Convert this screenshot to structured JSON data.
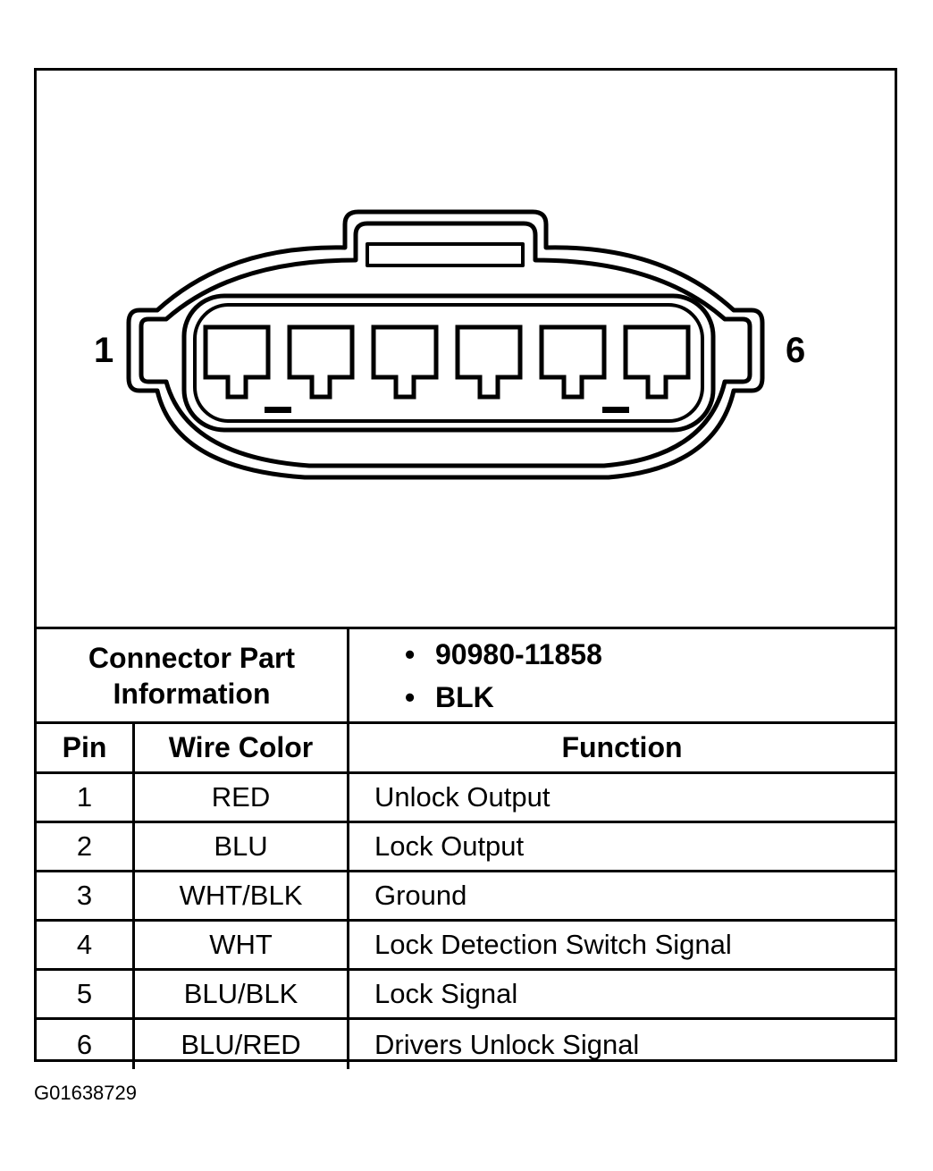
{
  "diagram": {
    "left_pin_label": "1",
    "right_pin_label": "6",
    "cavity_count": 6
  },
  "connector_info": {
    "label_line1": "Connector Part",
    "label_line2": "Information",
    "bullet": "•",
    "part_number": "90980-11858",
    "color": "BLK"
  },
  "table": {
    "headers": {
      "pin": "Pin",
      "wire_color": "Wire Color",
      "function": "Function"
    },
    "rows": [
      {
        "pin": "1",
        "wire_color": "RED",
        "function": "Unlock Output"
      },
      {
        "pin": "2",
        "wire_color": "BLU",
        "function": "Lock Output"
      },
      {
        "pin": "3",
        "wire_color": "WHT/BLK",
        "function": "Ground"
      },
      {
        "pin": "4",
        "wire_color": "WHT",
        "function": "Lock Detection Switch Signal"
      },
      {
        "pin": "5",
        "wire_color": "BLU/BLK",
        "function": "Lock Signal"
      },
      {
        "pin": "6",
        "wire_color": "BLU/RED",
        "function": "Drivers Unlock Signal"
      }
    ]
  },
  "figure_id": "G01638729"
}
